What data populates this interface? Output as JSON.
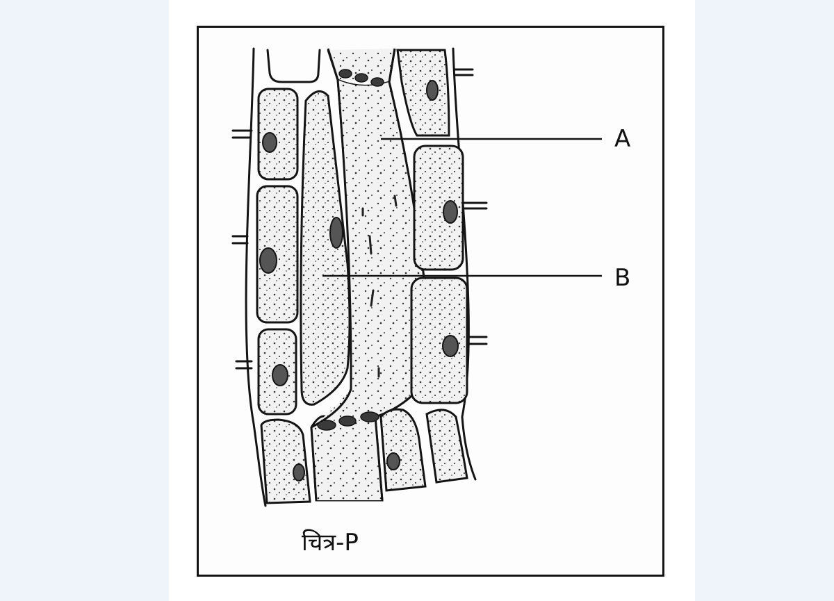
{
  "labels": {
    "a": "A",
    "b": "B"
  },
  "caption": "चित्र-P",
  "colors": {
    "background": "#eef4f9",
    "page": "#ffffff",
    "ink": "#141414",
    "cell_fill": "#f2f2f2"
  }
}
